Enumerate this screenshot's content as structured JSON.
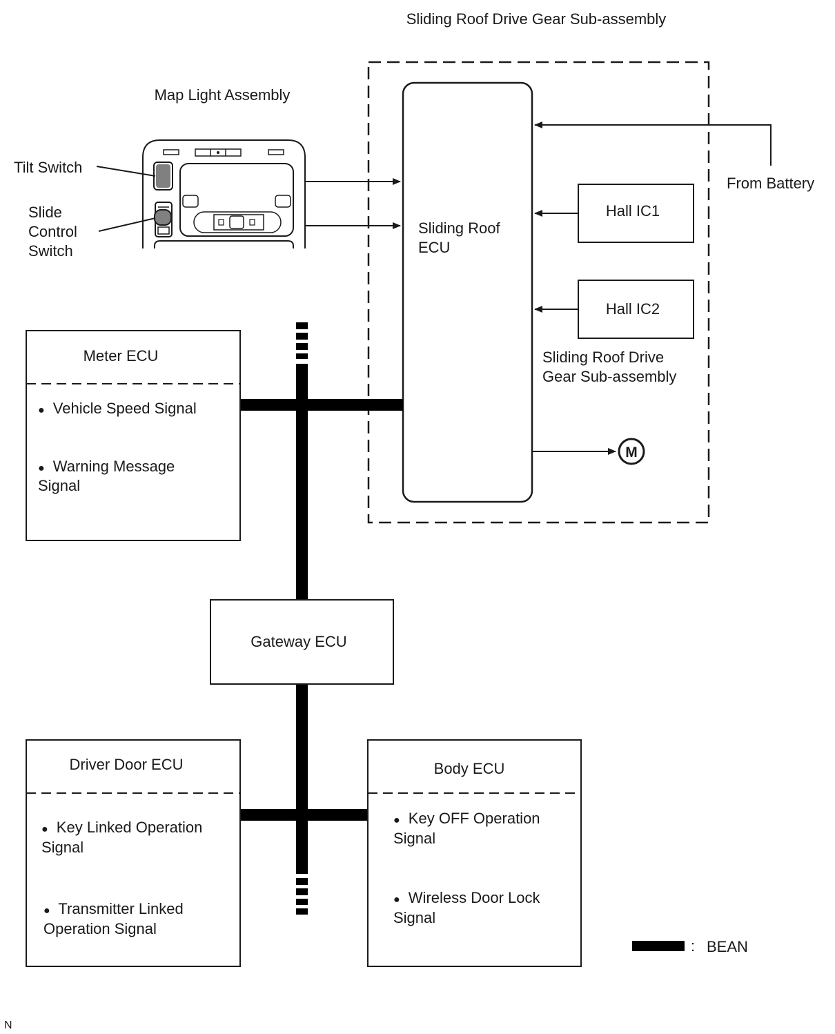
{
  "labels": {
    "drive_gear_top": "Sliding Roof Drive Gear Sub-assembly",
    "map_light": "Map Light Assembly",
    "tilt_switch": "Tilt Switch",
    "slide_control_switch": [
      "Slide",
      "Control",
      "Switch"
    ],
    "from_battery": "From Battery",
    "sliding_roof_ecu": [
      "Sliding Roof",
      "ECU"
    ],
    "hall_ic1": "Hall IC1",
    "hall_ic2": "Hall IC2",
    "drive_gear_inner": [
      "Sliding Roof Drive",
      "Gear Sub-assembly"
    ],
    "motor": "M",
    "gateway_ecu": "Gateway ECU",
    "legend_label": "BEAN",
    "legend_colon": ":",
    "corner_mark": "N"
  },
  "meter_ecu": {
    "title": "Meter ECU",
    "signals": [
      [
        "Vehicle Speed Signal"
      ],
      [
        "Warning Message",
        "Signal"
      ]
    ]
  },
  "driver_door_ecu": {
    "title": "Driver Door ECU",
    "signals": [
      [
        "Key Linked Operation",
        "Signal"
      ],
      [
        "Transmitter Linked",
        "Operation Signal"
      ]
    ]
  },
  "body_ecu": {
    "title": "Body ECU",
    "signals": [
      [
        "Key OFF Operation",
        "Signal"
      ],
      [
        "Wireless Door Lock",
        "Signal"
      ]
    ]
  },
  "colors": {
    "line": "#1a1a1a",
    "bus": "#000000",
    "background": "#ffffff"
  }
}
